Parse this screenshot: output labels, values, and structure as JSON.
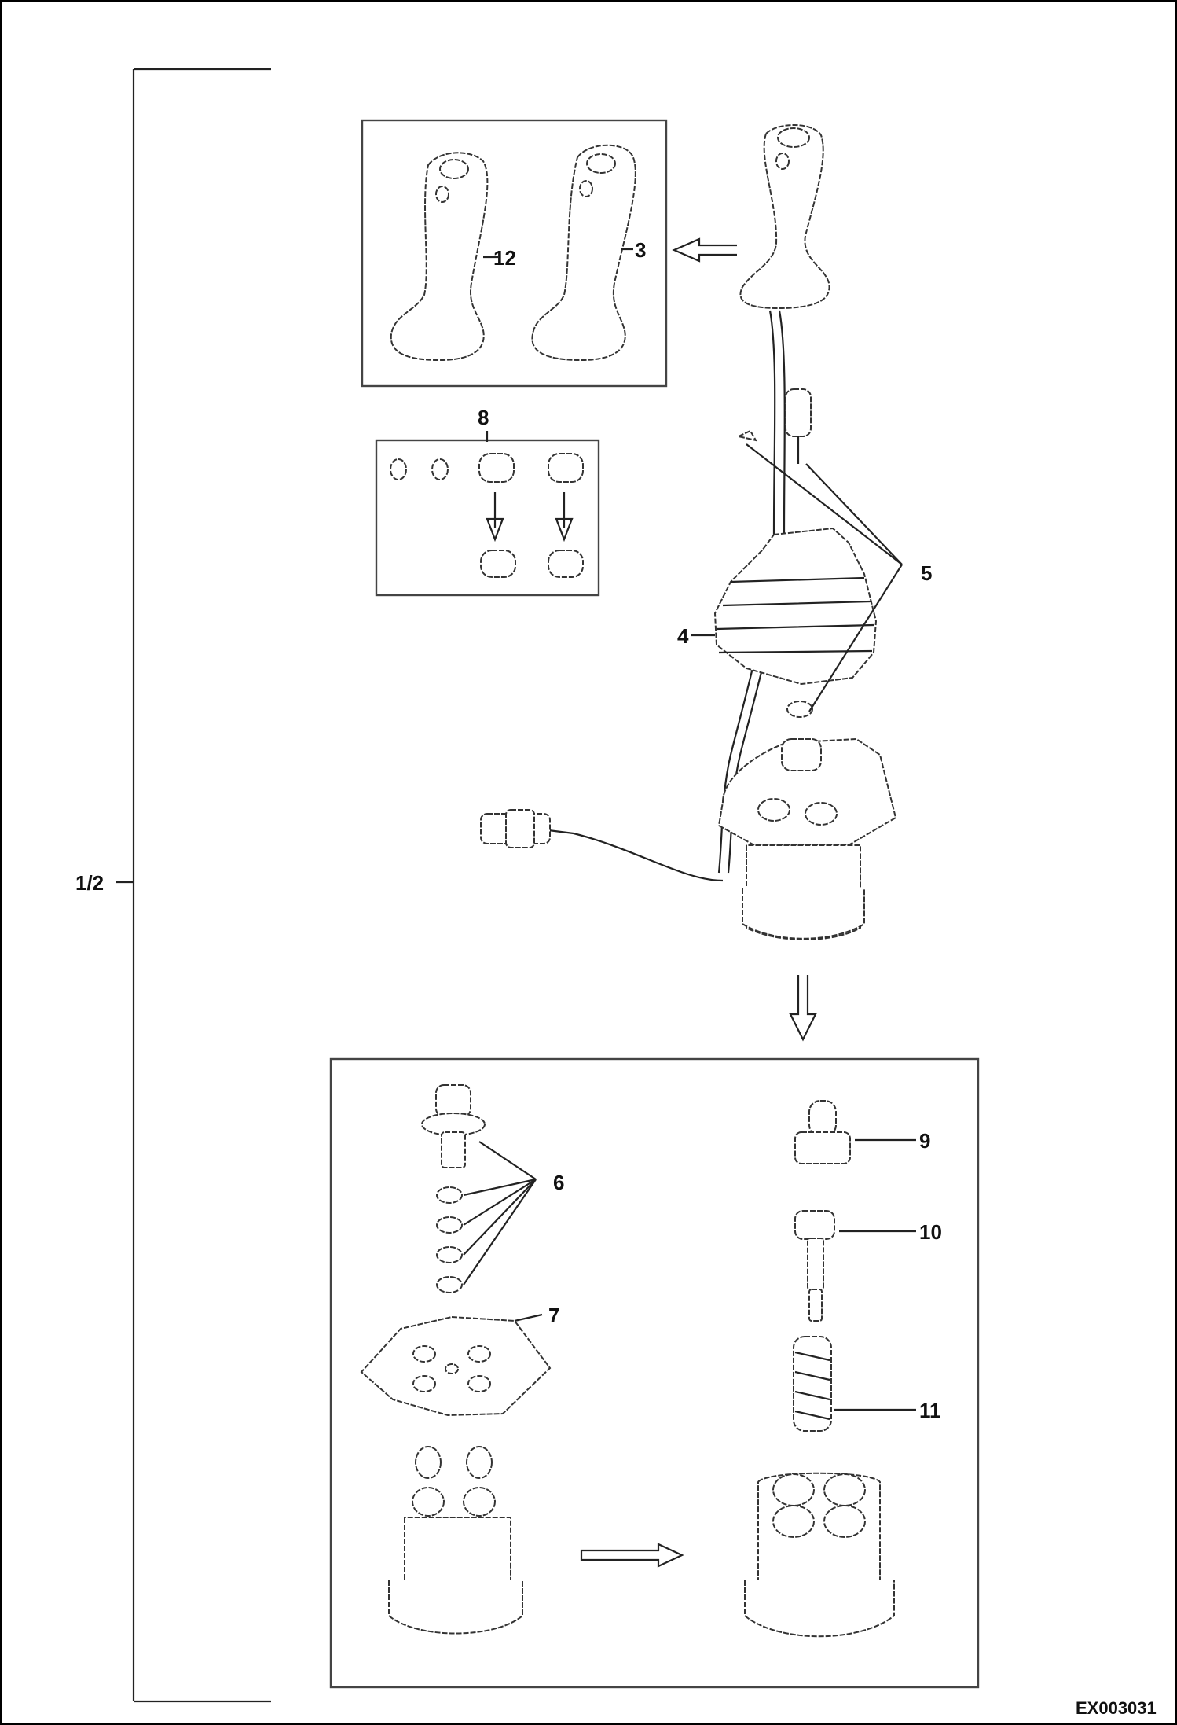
{
  "callouts": {
    "range": "1/2",
    "p3": "3",
    "p4": "4",
    "p5": "5",
    "p6": "6",
    "p7": "7",
    "p8": "8",
    "p9": "9",
    "p10": "10",
    "p11": "11",
    "p12": "12"
  },
  "drawing_code": "EX003031"
}
